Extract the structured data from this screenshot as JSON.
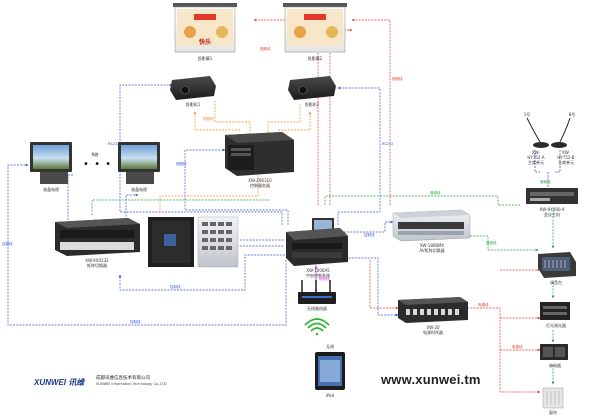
{
  "colors": {
    "red": "#e23a2a",
    "blue": "#3355cc",
    "green": "#22a236",
    "orange": "#f08a28",
    "magenta": "#d62ad6",
    "violet": "#4a34c8",
    "device_dark": "#2c2c2c",
    "device_light": "#d9dde2"
  },
  "screens": [
    {
      "label": "投影幕1",
      "banner": "快乐"
    },
    {
      "label": "投影幕2",
      "banner": ""
    }
  ],
  "projectors": [
    {
      "label": "投影机1"
    },
    {
      "label": "投影机2"
    }
  ],
  "tvs": [
    {
      "label": "液晶电视"
    },
    {
      "label": "液晶电视"
    }
  ],
  "tv_between": {
    "label": "N路",
    "dots": "• • •"
  },
  "server": {
    "model": "XW-Z80310",
    "name": "控制服务器"
  },
  "matrix": {
    "model": "XW-XX0232",
    "name": "矩阵切换器"
  },
  "central": {
    "model": "XW-1000A5",
    "name": "中央控制系统"
  },
  "router": {
    "name": "无线路由器"
  },
  "tablet": {
    "wifi_label": "无线",
    "name": "iPad"
  },
  "audio_matrix": {
    "model": "XW-1808MX",
    "name": "AV矩阵切换器"
  },
  "power_seq": {
    "model": "XW-20",
    "name": "电源时序器"
  },
  "mics": [
    {
      "top": "1号",
      "name": "XW-HY752-A 主席单元"
    },
    {
      "top": "8号",
      "name": "XW-HY752-B 主席单元"
    }
  ],
  "conf_host": {
    "model": "XW-HY900-X",
    "name": "会议主机"
  },
  "mixer": {
    "name": "调音台"
  },
  "dimmer": {
    "name": "灯光调光器"
  },
  "relay": {
    "name": "继电器"
  },
  "curtain": {
    "name": "窗帘"
  },
  "wire_labels": {
    "control": "控制线",
    "video": "视频线",
    "network": "网络线",
    "audio": "音频线",
    "rs232": "RS232",
    "power": "电源线"
  },
  "company": {
    "mark": "XUNWEI 讯维",
    "name_cn": "成都讯维信息技术有限公司",
    "name_en": "XUNWEI Information Technology Co.,LTD"
  },
  "url": "www.xunwei.tm"
}
